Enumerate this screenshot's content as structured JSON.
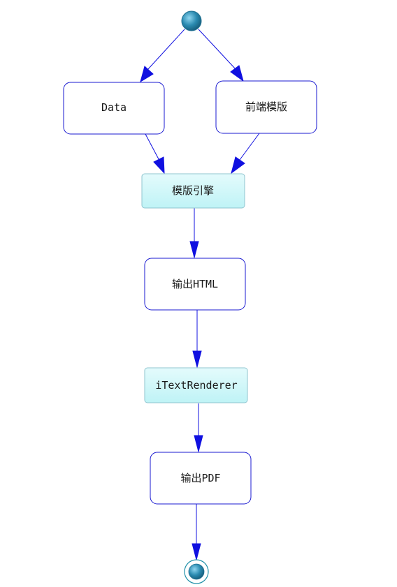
{
  "nodes": {
    "data": "Data",
    "frontend_template": "前端模版",
    "template_engine": "模版引擎",
    "output_html": "输出HTML",
    "itext_renderer": "iTextRenderer",
    "output_pdf": "输出PDF"
  },
  "colors": {
    "arrow": "#1010e0",
    "box_border": "#1a1ad0",
    "cyan_fill": "#c8f6f8",
    "start_end_node": "#2a8ab0"
  }
}
